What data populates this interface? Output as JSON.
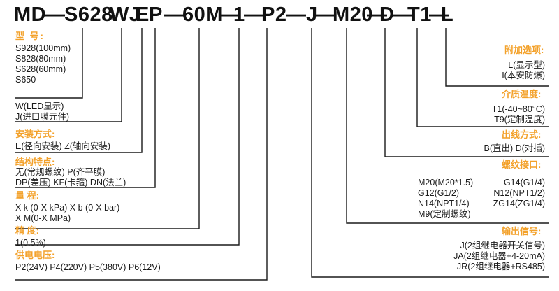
{
  "code": {
    "segments": [
      "MD",
      "S628",
      "WJ",
      "E",
      "P",
      "60M",
      "1",
      "P2",
      "J",
      "M20",
      "D",
      "T1",
      "L"
    ],
    "dash": "—"
  },
  "left": {
    "model": {
      "header": "型    号:",
      "items": [
        "S928(100mm)",
        "S828(80mm)",
        "S628(60mm)",
        "S650"
      ]
    },
    "display": {
      "items": [
        "W(LED显示)",
        "J(进口膜元件)"
      ]
    },
    "install": {
      "header": "安装方式:",
      "items": [
        "E(径向安装)  Z(轴向安装)"
      ]
    },
    "structure": {
      "header": "结构特点:",
      "items": [
        "无(常规螺纹)  P(齐平膜)",
        "DP(差压)  KF(卡箍)      DN(法兰)"
      ]
    },
    "range": {
      "header": "量      程:",
      "items": [
        "X  k (0-X kPa)   X  b (0-X bar)",
        "X   M(0-X MPa)"
      ]
    },
    "accuracy": {
      "header": "精      度:",
      "items": [
        "1(0.5%)"
      ]
    },
    "power": {
      "header": "供电电压:",
      "items": [
        "P2(24V)     P4(220V)    P5(380V)    P6(12V)"
      ]
    }
  },
  "right": {
    "options": {
      "header": "附加选项:",
      "items": [
        "L(显示型)",
        "I(本安防爆)"
      ]
    },
    "temperature": {
      "header": "介质温度:",
      "items": [
        "T1(-40~80°C)",
        "T9(定制温度)"
      ]
    },
    "outlet": {
      "header": "出线方式:",
      "items": [
        "B(直出)  D(对插)"
      ]
    },
    "thread": {
      "header": "螺纹接口:",
      "col1": [
        "M20(M20*1.5)",
        "G12(G1/2)",
        "N14(NPT1/4)",
        "M9(定制螺纹)"
      ],
      "col2": [
        "G14(G1/4)",
        "N12(NPT1/2)",
        "ZG14(ZG1/4)"
      ]
    },
    "output": {
      "header": "输出信号:",
      "items": [
        "J(2组继电器开关信号)",
        "JA(2组继电器+4-20mA)",
        "JR(2组继电器+RS485)"
      ]
    }
  },
  "colors": {
    "header": "#f3a12a",
    "line": "#1a1a1a",
    "text": "#1a1a1a"
  }
}
